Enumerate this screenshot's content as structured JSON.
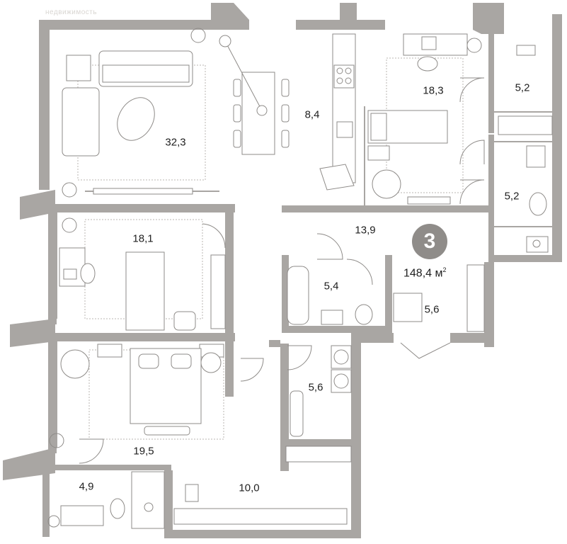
{
  "plan": {
    "apartment_number": "3",
    "total_area_value": "148,4 м",
    "total_area_unit_sup": "2",
    "watermark": "недвижимость",
    "rooms": [
      {
        "id": "living",
        "area": "32,3"
      },
      {
        "id": "kitchen",
        "area": "8,4"
      },
      {
        "id": "bedroom-ne",
        "area": "18,3"
      },
      {
        "id": "closet-ne",
        "area": "5,2"
      },
      {
        "id": "bath-ne",
        "area": "5,2"
      },
      {
        "id": "bedroom-w",
        "area": "18,1"
      },
      {
        "id": "hall",
        "area": "13,9"
      },
      {
        "id": "bath-center",
        "area": "5,4"
      },
      {
        "id": "dressing-center",
        "area": "5,6"
      },
      {
        "id": "master-bedroom",
        "area": "19,5"
      },
      {
        "id": "laundry",
        "area": "5,6"
      },
      {
        "id": "wc-sw",
        "area": "4,9"
      },
      {
        "id": "corridor-s",
        "area": "10,0"
      }
    ]
  }
}
